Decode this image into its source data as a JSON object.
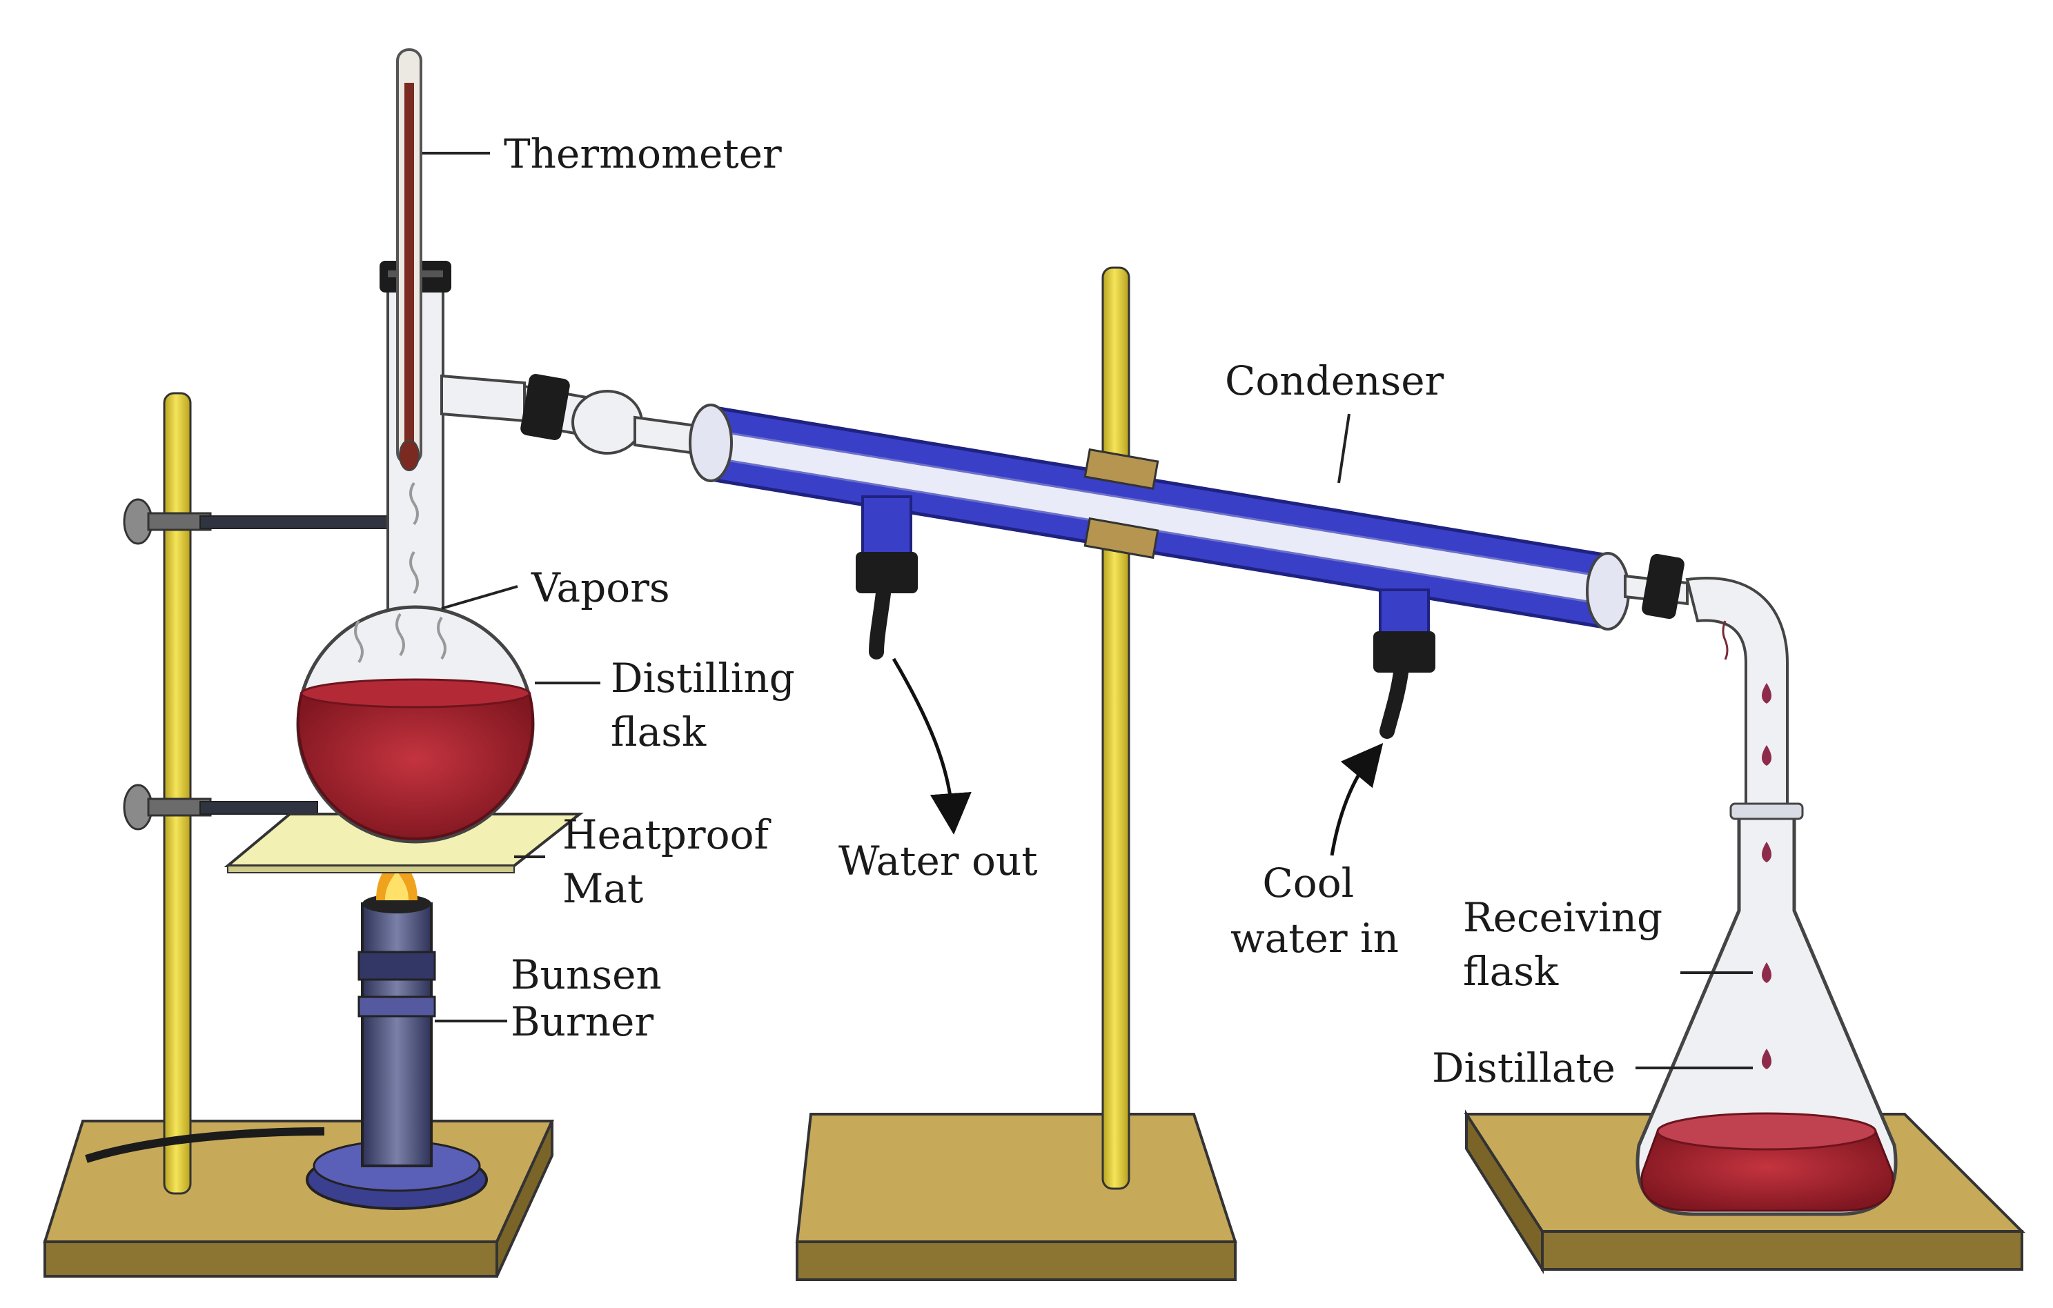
{
  "labels": {
    "thermometer": "Thermometer",
    "condenser": "Condenser",
    "vapors": "Vapors",
    "distilling_flask": [
      "Distilling",
      "flask"
    ],
    "heatproof_mat": [
      "Heatproof",
      "Mat"
    ],
    "bunsen_burner": [
      "Bunsen",
      "Burner"
    ],
    "water_out": "Water out",
    "cool_water_in": [
      "Cool",
      "water in"
    ],
    "receiving_flask": [
      "Receiving",
      "flask"
    ],
    "distillate": "Distillate"
  },
  "colors": {
    "liquid": "#a31f2b",
    "condenser_jacket": "#3a3fc8",
    "stand_rod": "#e8d63c",
    "stand_base": "#b89a4e",
    "heatproof_mat": "#f3f0b3",
    "burner_body": "#4a4f77",
    "glass": "#eef0f4"
  }
}
